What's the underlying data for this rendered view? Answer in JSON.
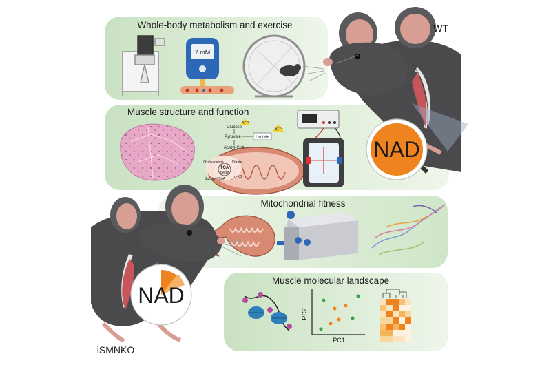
{
  "panels": {
    "whole_body": {
      "title": "Whole-body metabolism and exercise",
      "glucometer_reading": "7 mM"
    },
    "muscle_structure": {
      "title": "Muscle structure and function",
      "pathway": {
        "glucose": "Glucose",
        "pyruvate": "Pyruvate",
        "lactate": "Lactate",
        "atp": "ATP",
        "acetyl_coa": "Acetyl-CoA",
        "oxaloacetate": "Oxaloacetate",
        "citrate": "Citrate",
        "tca": "TCA",
        "cycle": "cycle",
        "succinyl_coa": "Succinyl-CoA",
        "akg": "α-KG"
      }
    },
    "mito": {
      "title": "Mitochondrial fitness"
    },
    "molecular": {
      "title": "Muscle molecular landscape",
      "pc1": "PC1",
      "pc2": "PC2"
    }
  },
  "mice": {
    "wt": {
      "label": "WT",
      "nad": "NAD"
    },
    "ko": {
      "label": "iSMNKO",
      "nad": "NAD"
    }
  },
  "colors": {
    "panel_green": "#d9ebd3",
    "mouse_body": "#4a4a4c",
    "nad_orange": "#ee8320",
    "muscle_red": "#c8555a"
  }
}
